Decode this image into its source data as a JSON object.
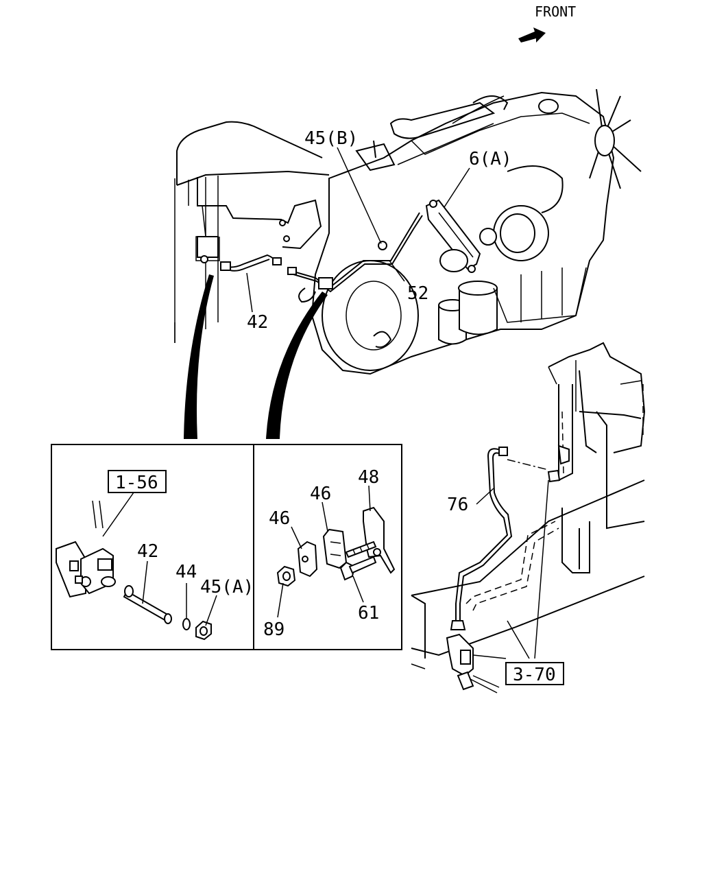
{
  "header": {
    "front_label": "FRONT"
  },
  "callouts": {
    "c45b": "45(B)",
    "c6a": "6(A)",
    "c42_top": "42",
    "c52": "52",
    "c76": "76",
    "c3_70": "3-70"
  },
  "detail_left": {
    "ref_box": "1-56",
    "c42": "42",
    "c44": "44",
    "c45a": "45(A)"
  },
  "detail_right": {
    "c48": "48",
    "c46_top": "46",
    "c46_left": "46",
    "c89": "89",
    "c61": "61"
  },
  "icons": {
    "front_arrow": "front-arrow-icon"
  }
}
